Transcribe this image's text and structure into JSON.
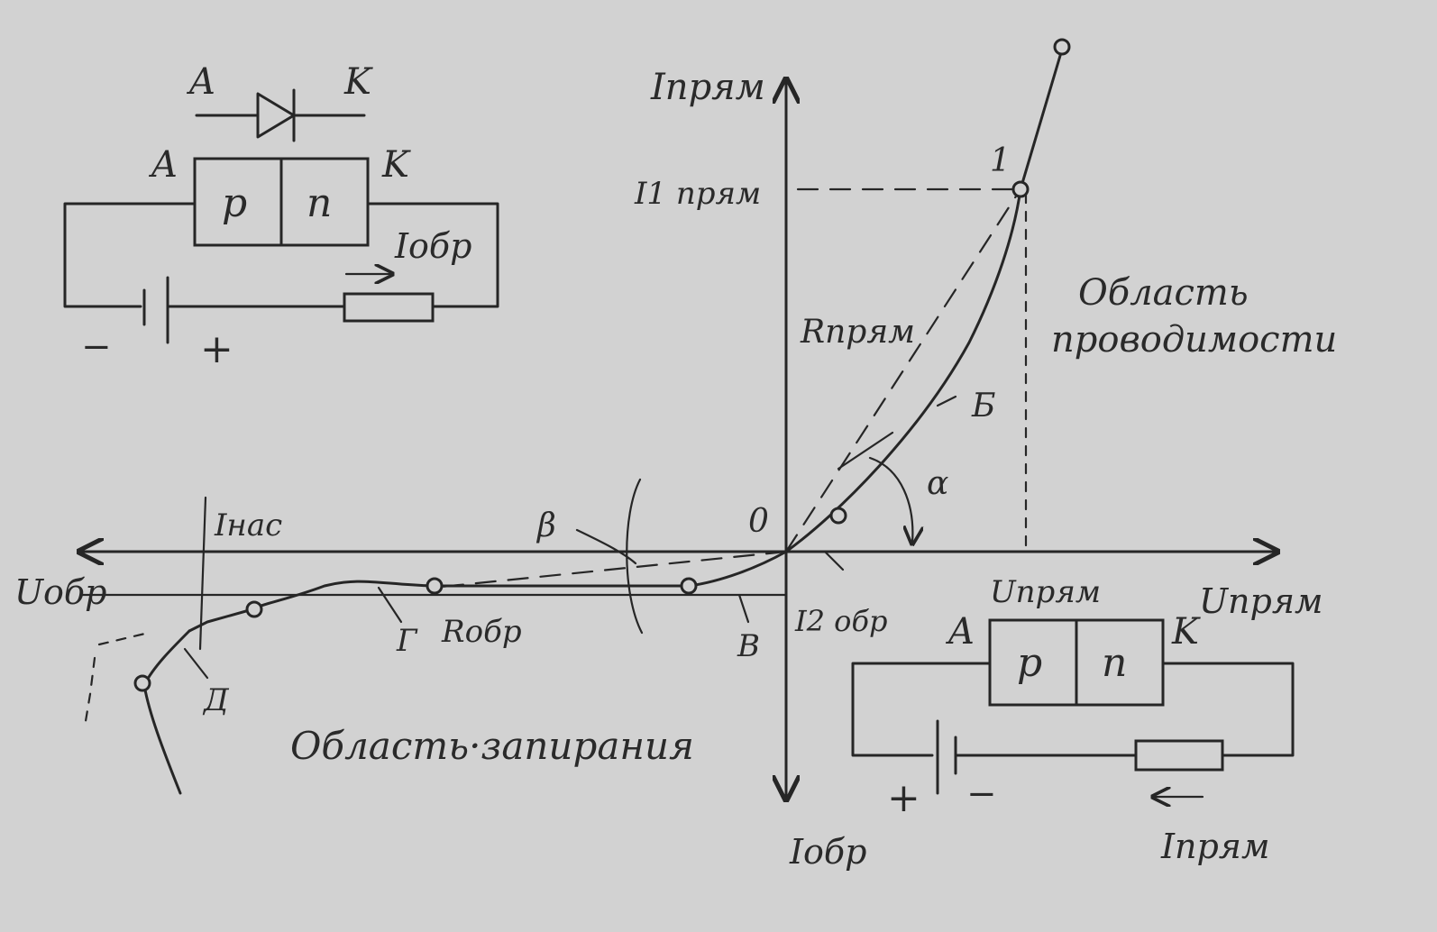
{
  "figure": {
    "labels": {
      "i_forward": "Iпрям",
      "i1_forward": "I1 прям",
      "point_1": "1",
      "r_forward": "Rпрям",
      "region_conduction_line1": "Область",
      "region_conduction_line2": "проводимости",
      "curve_b": "Б",
      "alpha": "α",
      "beta": "β",
      "origin": "0",
      "i_sat": "Iнас",
      "u_reverse": "Uобр",
      "u_forward_axis": "Uпрям",
      "u_forward_point": "Uпрям",
      "i2_reverse": "I2 обр",
      "r_reverse": "Rобр",
      "point_v": "В",
      "point_g": "Г",
      "point_d": "Д",
      "region_blocking": "Область·запирания",
      "i_reverse_axis": "Iобр"
    },
    "top_circuit": {
      "anode": "A",
      "cathode": "K",
      "anode_box": "A",
      "cathode_box": "K",
      "p_label": "p",
      "n_label": "n",
      "current": "Iобр",
      "minus": "−",
      "plus": "+"
    },
    "bottom_circuit": {
      "anode": "A",
      "cathode": "K",
      "p_label": "p",
      "n_label": "n",
      "current": "Iпрям",
      "plus": "+",
      "minus": "−"
    },
    "colors": {
      "ink": "#262626",
      "paper": "#d2d2d2"
    }
  }
}
